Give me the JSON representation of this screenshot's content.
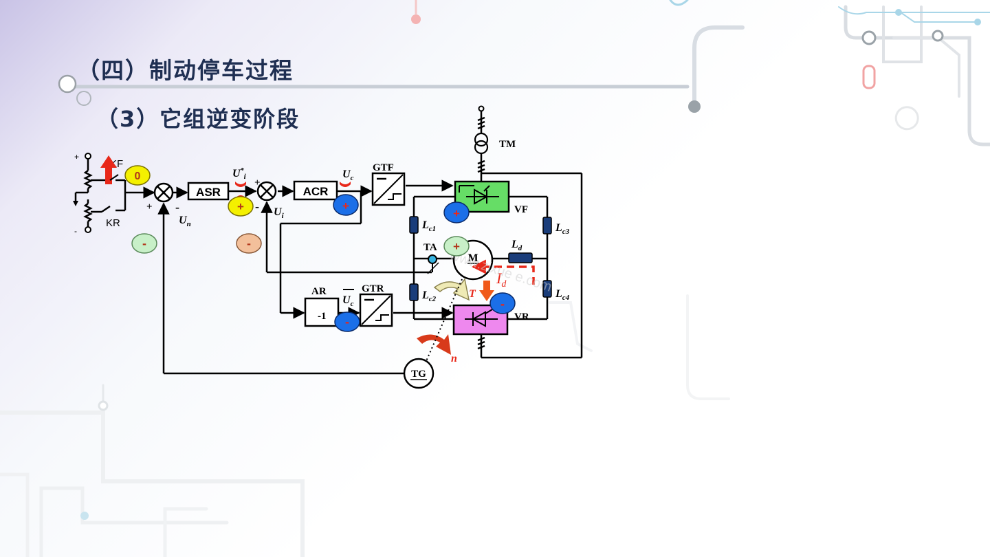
{
  "slide": {
    "title": "（四）制动停车过程",
    "subtitle": "（3）它组逆变阶段"
  },
  "diagram": {
    "blocks": {
      "asr": "ASR",
      "acr": "ACR",
      "gtf": "GTF",
      "gtr": "GTR",
      "ar": "AR",
      "ar_gain": "-1",
      "tm": "TM",
      "vf": "VF",
      "vr": "VR",
      "ta": "TA",
      "motor": "M",
      "tg": "TG"
    },
    "labels": {
      "kf": "KF",
      "kr": "KR",
      "plus_top": "+",
      "minus_bottom": "-",
      "un": "U",
      "un_sub": "n",
      "ui_star": "U",
      "ui_star_sup": "*",
      "ui_star_sub": "i",
      "ui": "U",
      "ui_sub": "i",
      "uc": "U",
      "uc_sub": "c",
      "uc_bar": "U",
      "uc_bar_sub": "c",
      "lc1": "L",
      "lc1_sub": "c1",
      "lc2": "L",
      "lc2_sub": "c2",
      "lc3": "L",
      "lc3_sub": "c3",
      "lc4": "L",
      "lc4_sub": "c4",
      "ld": "L",
      "ld_sub": "d",
      "id": "I",
      "id_sub": "d",
      "torque": "T",
      "speed": "n",
      "sum1_plus": "+",
      "sum1_minus": "-",
      "sum2_plus": "+",
      "sum2_minus": "-"
    },
    "badges": {
      "zero": "0",
      "asr_out": "+",
      "acr_out": "+",
      "vf": "+",
      "ta": "+",
      "ar_out": "-",
      "vr": "-",
      "un_sign": "-",
      "ui_sign": "-"
    },
    "colors": {
      "vf_fill": "#66dd66",
      "vr_fill": "#ee88ee",
      "badge_blue": "#1b6fe8",
      "badge_yellow": "#f4f000",
      "badge_green": "#c8f0c8",
      "badge_orange": "#f3c09b",
      "current_red": "#e8281a"
    }
  }
}
